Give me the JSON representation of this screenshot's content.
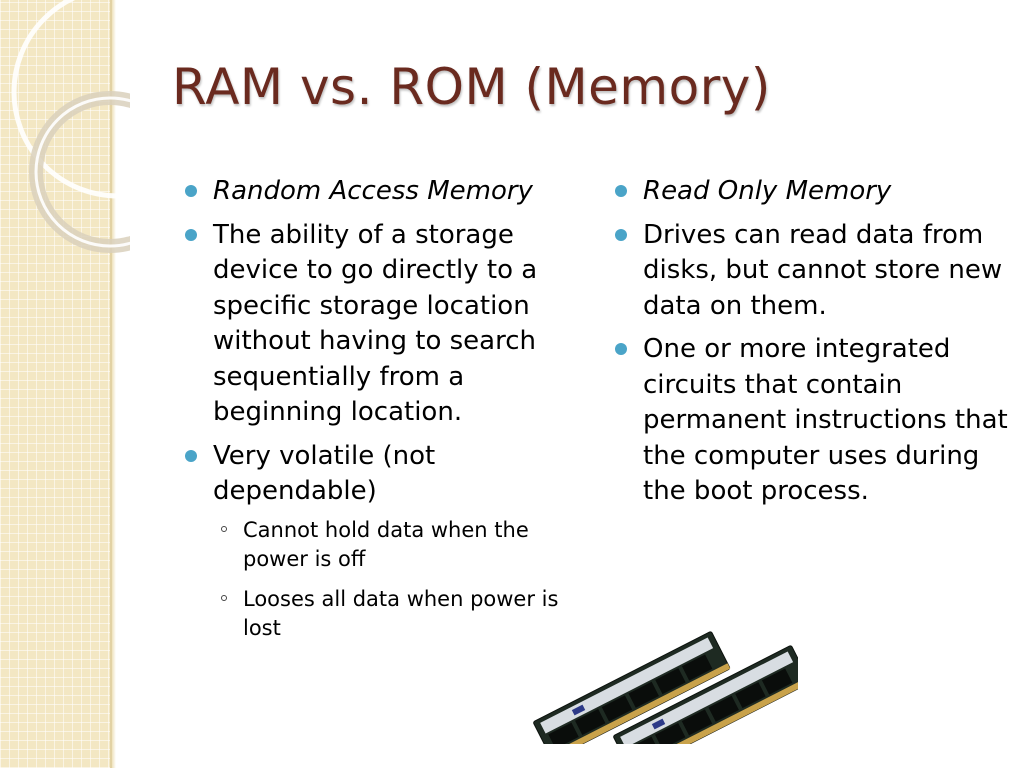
{
  "slide": {
    "title": "RAM vs. ROM (Memory)",
    "left_column": {
      "items": [
        {
          "text": "Random Access Memory",
          "italic": true
        },
        {
          "text": "The ability of a storage device to go directly to a specific storage location without having to search sequentially from a beginning location."
        },
        {
          "text": "Very volatile (not dependable)",
          "subitems": [
            {
              "text": "Cannot hold data when the power is off"
            },
            {
              "text": "Looses all data when power is lost"
            }
          ]
        }
      ]
    },
    "right_column": {
      "items": [
        {
          "text": "Read Only Memory",
          "italic": true
        },
        {
          "text": "Drives can read data from disks, but cannot store new data on them."
        },
        {
          "text": "One or more integrated circuits that contain permanent instructions that the computer uses during the boot process."
        }
      ]
    }
  },
  "colors": {
    "title": "#6a2a1f",
    "bullet": "#4aa4c8",
    "side_band": "#f3e7c3",
    "ram_pcb": "#1e2a22",
    "ram_label": "#d8dde2",
    "ram_contacts": "#c9a24a"
  },
  "icons": {
    "bullet": "filled-circle-bullet",
    "sub_bullet": "hollow-circle-bullet"
  }
}
